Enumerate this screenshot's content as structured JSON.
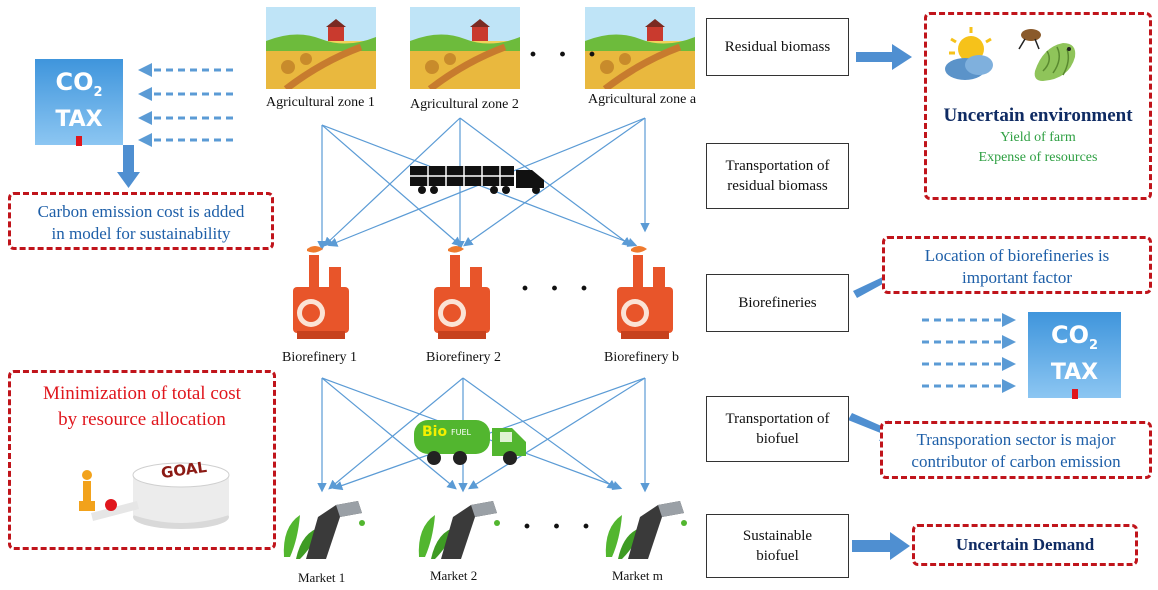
{
  "zones": {
    "zone1": "Agricultural zone 1",
    "zone2": "Agricultural zone 2",
    "zone_a": "Agricultural zone a"
  },
  "refineries": {
    "b1": "Biorefinery 1",
    "b2": "Biorefinery 2",
    "b_b": "Biorefinery b"
  },
  "markets": {
    "m1": "Market 1",
    "m2": "Market 2",
    "m_m": "Market m"
  },
  "ellipsis": "· · ·",
  "stages": {
    "residual": "Residual biomass",
    "transport_biomass_line1": "Transportation of",
    "transport_biomass_line2": "residual biomass",
    "biorefineries": "Biorefineries",
    "transport_fuel_line1": "Transportation of",
    "transport_fuel_line2": "biofuel",
    "sustainable_line1": "Sustainable",
    "sustainable_line2": "biofuel"
  },
  "callouts": {
    "carbon_line1": "Carbon emission cost is added",
    "carbon_line2": "in model for sustainability",
    "location_line1": "Location of biorefineries is",
    "location_line2": "important factor",
    "transport_sector_line1": "Transporation sector is major",
    "transport_sector_line2": "contributor of carbon emission",
    "uncertain_demand": "Uncertain Demand",
    "uncertain_env": "Uncertain environment",
    "yield": "Yield of farm",
    "expense": "Expense of resources",
    "min_line1": "Minimization of total cost",
    "min_line2": "by resource allocation",
    "goal": "GOAL"
  },
  "co2_tax": {
    "co2": "CO",
    "sub": "2",
    "tax": "TAX"
  },
  "truck_fuel": {
    "bio": "Bio",
    "fuel": "FUEL"
  },
  "colors": {
    "arrow_blue": "#5b9bd5",
    "callout_red": "#c0141b",
    "factory_orange": "#e8552a",
    "fuel_green": "#52b62f"
  }
}
